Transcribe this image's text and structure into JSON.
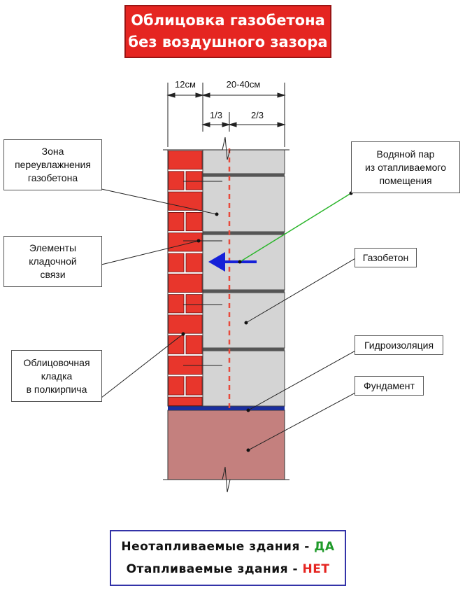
{
  "title": {
    "line1": "Облицовка газобетона",
    "line2": "без воздушного зазора"
  },
  "dimensions": {
    "brick_width": "12см",
    "block_width": "20-40см",
    "inner_third": "1/3",
    "outer_two_thirds": "2/3"
  },
  "labels": {
    "wet_zone": [
      "Зона",
      "переувлажнения",
      "газобетона"
    ],
    "ties": [
      "Элементы",
      "кладочной",
      "связи"
    ],
    "facing": [
      "Облицовочная",
      "кладка",
      "в полкирпича"
    ],
    "vapor": [
      "Водяной пар",
      "из отапливаемого",
      "помещения"
    ],
    "aerated": "Газобетон",
    "waterproof": "Гидроизоляция",
    "foundation": "Фундамент"
  },
  "footer": {
    "line1_text": "Неотапливаемые здания - ",
    "line1_answer": "ДА",
    "line2_text": "Отапливаемые здания - ",
    "line2_answer": "НЕТ"
  },
  "colors": {
    "title_bg": "#e52521",
    "brick": "#e8362c",
    "block": "#d4d4d4",
    "foundation": "#c4807e",
    "waterproof": "#1a2e9e",
    "vapor_line": "#2bb52b",
    "arrow": "#1520d8",
    "dew_line": "#e84a3c",
    "yes": "#1f9a2a",
    "no": "#e52521"
  }
}
